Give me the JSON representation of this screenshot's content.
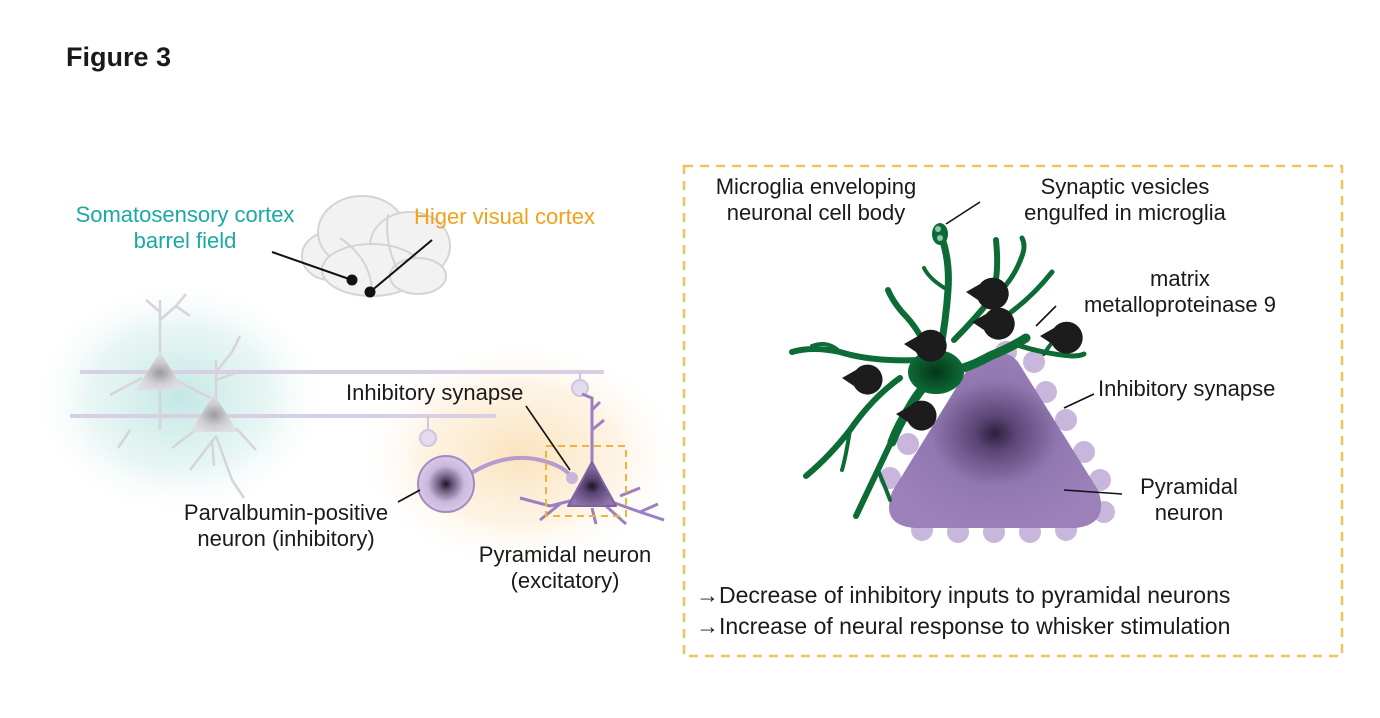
{
  "figure_title": "Figure 3",
  "left_panel": {
    "label_somatosensory": [
      "Somatosensory cortex",
      "barrel field"
    ],
    "label_visual": "Higer visual cortex",
    "label_inhibitory_synapse": "Inhibitory synapse",
    "label_pv_neuron": [
      "Parvalbumin-positive",
      "neuron (inhibitory)"
    ],
    "label_pyramidal": [
      "Pyramidal neuron",
      "(excitatory)"
    ]
  },
  "right_panel": {
    "label_microglia": [
      "Microglia enveloping",
      "neuronal cell body"
    ],
    "label_vesicles": [
      "Synaptic vesicles",
      "engulfed in microglia"
    ],
    "label_mmp9": [
      "matrix",
      "metalloproteinase 9"
    ],
    "label_inhibitory_synapse": "Inhibitory synapse",
    "label_pyramidal": [
      "Pyramidal",
      "neuron"
    ],
    "summary": [
      "→Decrease of inhibitory inputs to pyramidal neurons",
      "→Increase of neural response to whisker stimulation"
    ]
  },
  "colors": {
    "teal": "#1aa9a3",
    "orange": "#f0a21d",
    "microglia_green": "#0d6b35",
    "neuron_purple": "#9b7fb8",
    "synapse_lilac": "#c9b6dc",
    "dash_box": "#f2c35a"
  }
}
